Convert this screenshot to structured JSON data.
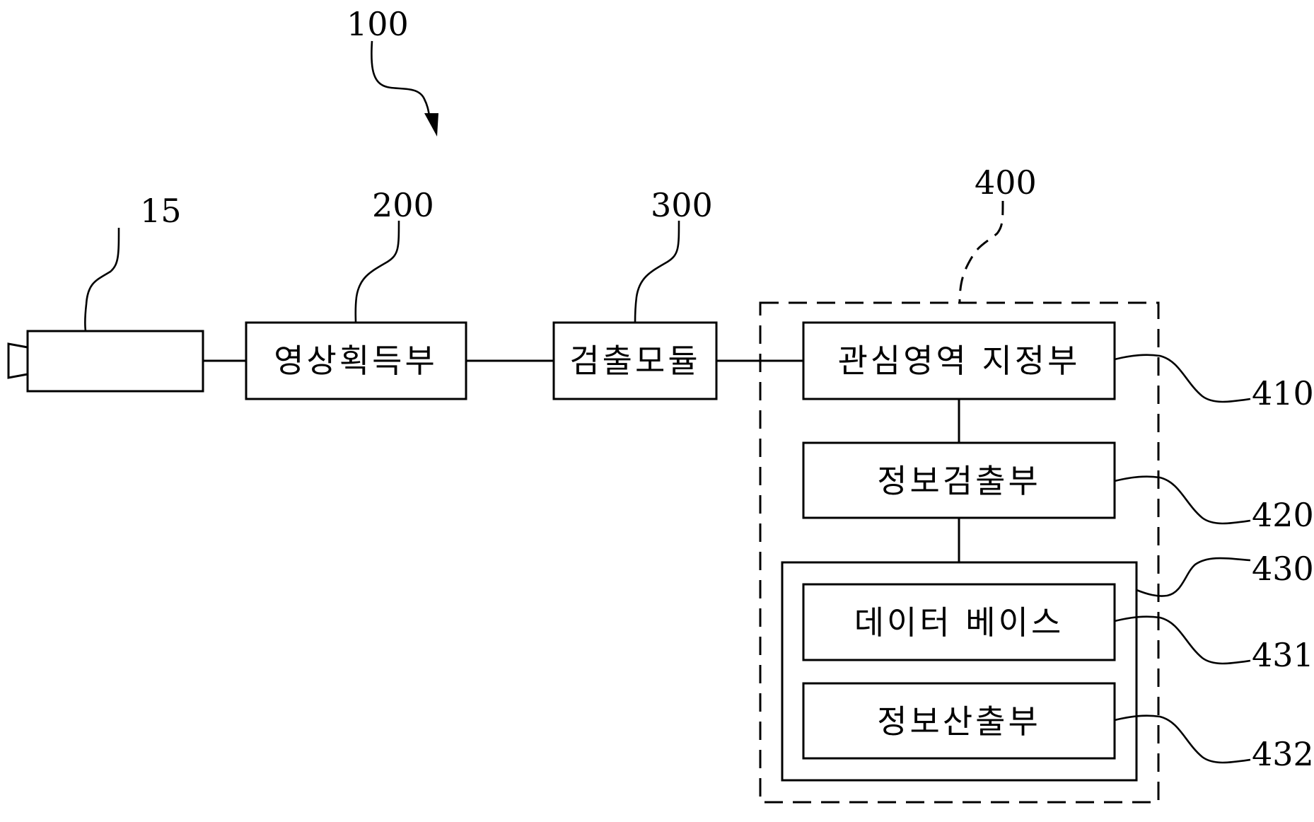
{
  "figure": {
    "system_ref": "100",
    "components": {
      "camera": {
        "ref": "15",
        "icon": "camera-icon"
      },
      "image_acquisition": {
        "ref": "200",
        "label": "영상획득부"
      },
      "detection_module": {
        "ref": "300",
        "label": "검출모듈"
      },
      "processing_unit": {
        "ref": "400"
      },
      "roi_designation": {
        "ref": "410",
        "label": "관심영역 지정부"
      },
      "info_detection": {
        "ref": "420",
        "label": "정보검출부"
      },
      "info_group": {
        "ref": "430"
      },
      "database": {
        "ref": "431",
        "label": "데이터 베이스"
      },
      "info_calculation": {
        "ref": "432",
        "label": "정보산출부"
      }
    }
  }
}
